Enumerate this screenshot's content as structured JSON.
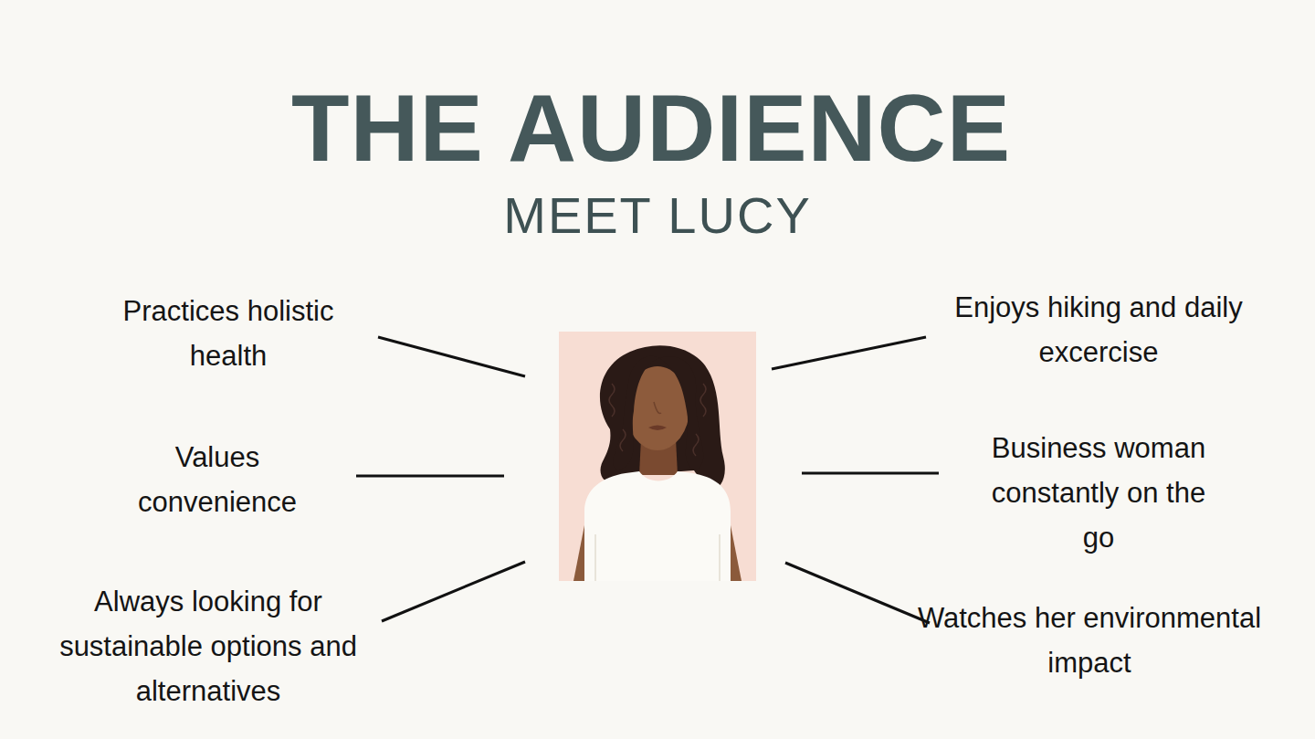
{
  "diagram": {
    "title": "THE AUDIENCE",
    "labels": [
      "MEET LUCY",
      "Practices holistic health",
      "Enjoys hiking and daily excercise",
      "Values convenience",
      "Business woman constantly on the go",
      "Always looking for sustainable options and alternatives",
      "Watches her environmental impact"
    ]
  }
}
